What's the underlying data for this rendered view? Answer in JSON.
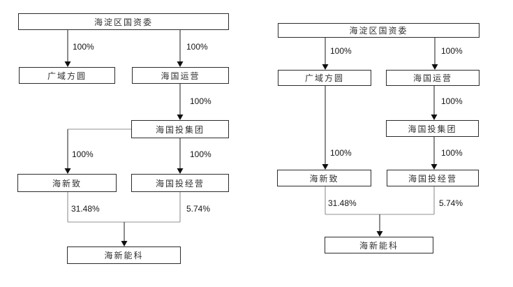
{
  "colors": {
    "box_border": "#2b2b2b",
    "box_fill": "#ffffff",
    "arrow_line": "#3f3f3f",
    "join_line": "#909090",
    "text": "#303030",
    "background": "#ffffff"
  },
  "left": {
    "nodes": {
      "sasac": "海淀区国资委",
      "gyfy": "广域方圆",
      "hgyy": "海国运营",
      "hgtjt": "海国投集团",
      "hxz": "海新致",
      "hgtjy": "海国投经营",
      "hxnk": "海新能科"
    },
    "edge_labels": {
      "sasac_gyfy": "100%",
      "sasac_hgyy": "100%",
      "hgyy_hgtjt": "100%",
      "hgtjt_hxz": "100%",
      "hgtjt_hgtjy": "100%",
      "hxz_hxnk": "31.48%",
      "hgtjy_hxnk": "5.74%"
    }
  },
  "right": {
    "nodes": {
      "sasac": "海淀区国资委",
      "gyfy": "广域方圆",
      "hgyy": "海国运营",
      "hgtjt": "海国投集团",
      "hxz": "海新致",
      "hgtjy": "海国投经营",
      "hxnk": "海新能科"
    },
    "edge_labels": {
      "sasac_gyfy": "100%",
      "sasac_hgyy": "100%",
      "hgyy_hgtjt": "100%",
      "gyfy_hxz": "100%",
      "hgtjt_hgtjy": "100%",
      "hxz_hxnk": "31.48%",
      "hgtjy_hxnk": "5.74%"
    }
  }
}
